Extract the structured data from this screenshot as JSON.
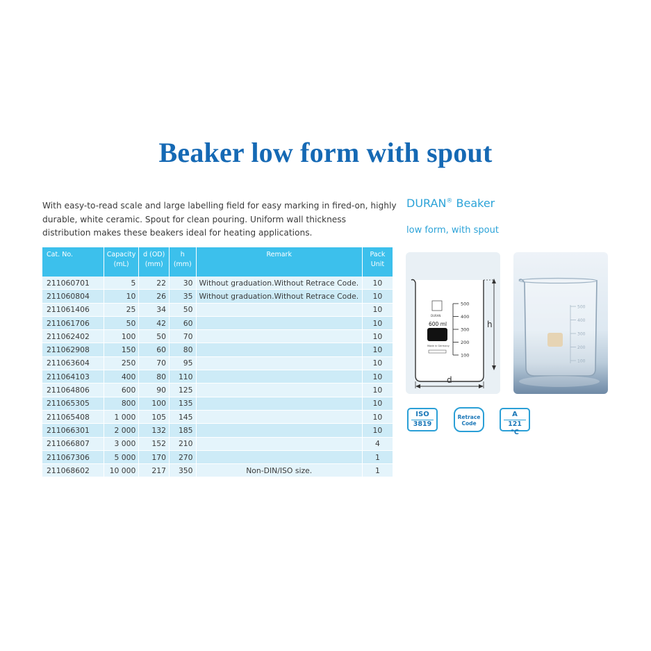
{
  "title": "Beaker low form with spout",
  "intro": "With easy-to-read scale and large labelling field for easy marking in fired-on, highly durable, white ceramic. Spout for clean pouring. Uniform wall thickness distribution makes these beakers ideal for heating applications.",
  "brand": {
    "name": "DURAN",
    "reg": "®",
    "product": " Beaker",
    "subtitle": "low form, with spout"
  },
  "table": {
    "headers": [
      {
        "l1": "Cat. No.",
        "l2": ""
      },
      {
        "l1": "Capacity",
        "l2": "(mL)"
      },
      {
        "l1": "d (OD)",
        "l2": "(mm)"
      },
      {
        "l1": "h",
        "l2": "(mm)"
      },
      {
        "l1": "Remark",
        "l2": ""
      },
      {
        "l1": "Pack",
        "l2": "Unit"
      }
    ],
    "rows": [
      {
        "cat": "211060701",
        "cap": "5",
        "d": "22",
        "h": "30",
        "remark": "Without graduation.Without Retrace Code.",
        "pack": "10"
      },
      {
        "cat": "211060804",
        "cap": "10",
        "d": "26",
        "h": "35",
        "remark": "Without graduation.Without Retrace Code.",
        "pack": "10"
      },
      {
        "cat": "211061406",
        "cap": "25",
        "d": "34",
        "h": "50",
        "remark": "",
        "pack": "10"
      },
      {
        "cat": "211061706",
        "cap": "50",
        "d": "42",
        "h": "60",
        "remark": "",
        "pack": "10"
      },
      {
        "cat": "211062402",
        "cap": "100",
        "d": "50",
        "h": "70",
        "remark": "",
        "pack": "10"
      },
      {
        "cat": "211062908",
        "cap": "150",
        "d": "60",
        "h": "80",
        "remark": "",
        "pack": "10"
      },
      {
        "cat": "211063604",
        "cap": "250",
        "d": "70",
        "h": "95",
        "remark": "",
        "pack": "10"
      },
      {
        "cat": "211064103",
        "cap": "400",
        "d": "80",
        "h": "110",
        "remark": "",
        "pack": "10"
      },
      {
        "cat": "211064806",
        "cap": "600",
        "d": "90",
        "h": "125",
        "remark": "",
        "pack": "10"
      },
      {
        "cat": "211065305",
        "cap": "800",
        "d": "100",
        "h": "135",
        "remark": "",
        "pack": "10"
      },
      {
        "cat": "211065408",
        "cap": "1 000",
        "d": "105",
        "h": "145",
        "remark": "",
        "pack": "10"
      },
      {
        "cat": "211066301",
        "cap": "2 000",
        "d": "132",
        "h": "185",
        "remark": "",
        "pack": "10"
      },
      {
        "cat": "211066807",
        "cap": "3 000",
        "d": "152",
        "h": "210",
        "remark": "",
        "pack": "4"
      },
      {
        "cat": "211067306",
        "cap": "5 000",
        "d": "170",
        "h": "270",
        "remark": "",
        "pack": "1"
      },
      {
        "cat": "211068602",
        "cap": "10 000",
        "d": "217",
        "h": "350",
        "remark": "Non-DIN/ISO size.",
        "pack": "1"
      }
    ]
  },
  "drawing": {
    "volume_label": "600 ml",
    "brand_mark": "DURAN",
    "made_in": "Made in Germany",
    "scale": [
      "500",
      "400",
      "300",
      "200",
      "100"
    ],
    "dim_h": "h",
    "dim_d": "d"
  },
  "photo": {
    "scale": [
      "500",
      "400",
      "300",
      "200",
      "100"
    ]
  },
  "badges": [
    {
      "l1": "ISO",
      "l2": "3819",
      "icon": "iso-badge"
    },
    {
      "l1": "Retrace",
      "l2": "Code",
      "icon": "retrace-code-icon"
    },
    {
      "l1": "A",
      "l2": "121 °C",
      "icon": "autoclave-badge"
    }
  ],
  "colors": {
    "title": "#1569b4",
    "header": "#3cc0ec",
    "row_light": "#e4f4fb",
    "row_dark": "#cdebf7",
    "brand": "#2ca3d8"
  }
}
